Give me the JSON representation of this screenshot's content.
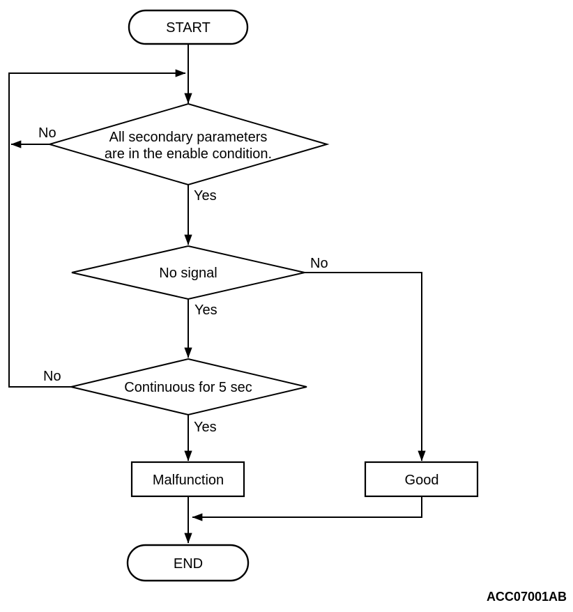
{
  "diagram": {
    "type": "flowchart",
    "figure_code": "ACC07001AB",
    "nodes": {
      "start": {
        "shape": "terminator",
        "label": "START"
      },
      "decision1": {
        "shape": "decision",
        "line1": "All secondary parameters",
        "line2": "are in the enable condition."
      },
      "decision2": {
        "shape": "decision",
        "label": "No signal"
      },
      "decision3": {
        "shape": "decision",
        "label": "Continuous for 5 sec"
      },
      "malfunction": {
        "shape": "process",
        "label": "Malfunction"
      },
      "good": {
        "shape": "process",
        "label": "Good"
      },
      "end": {
        "shape": "terminator",
        "label": "END"
      }
    },
    "edge_labels": {
      "decision1_yes": "Yes",
      "decision1_no": "No",
      "decision2_yes": "Yes",
      "decision2_no": "No",
      "decision3_yes": "Yes",
      "decision3_no": "No"
    },
    "colors": {
      "line": "#000000",
      "text": "#000000",
      "background": "#ffffff"
    }
  }
}
